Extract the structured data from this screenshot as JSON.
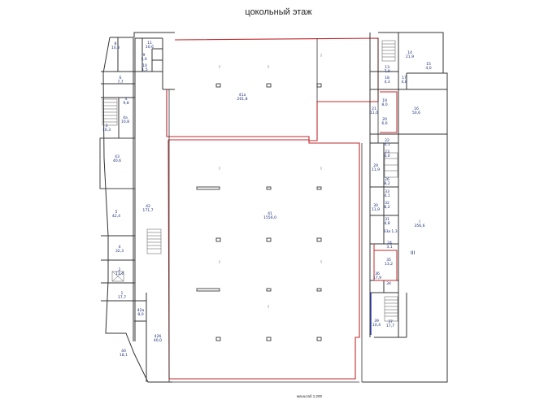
{
  "title": "цокольный этаж",
  "scale_note": "масштаб 1:200",
  "roman_marker": "III",
  "rooms": [
    {
      "id": "room-8",
      "num": "8",
      "area": "10,3"
    },
    {
      "id": "room-9",
      "num": "9",
      "area": "3,0"
    },
    {
      "id": "room-10",
      "num": "10",
      "area": "1,5"
    },
    {
      "id": "room-11",
      "num": "11",
      "area": "10,6"
    },
    {
      "id": "room-6",
      "num": "6",
      "area": "7,7"
    },
    {
      "id": "room-4",
      "num": "4",
      "area": "9,8"
    },
    {
      "id": "room-4a",
      "num": "4а",
      "area": "10,8"
    },
    {
      "id": "room-3",
      "num": "3",
      "area": "10,3"
    },
    {
      "id": "room-43",
      "num": "43",
      "area": "40,6"
    },
    {
      "id": "room-5",
      "num": "5",
      "area": "42,4"
    },
    {
      "id": "room-4b",
      "num": "4",
      "area": "32,3"
    },
    {
      "id": "room-2",
      "num": "2",
      "area": "13,4"
    },
    {
      "id": "room-1",
      "num": "1",
      "area": "17,7"
    },
    {
      "id": "room-42a",
      "num": "42а",
      "area": "8,0"
    },
    {
      "id": "room-40",
      "num": "40",
      "area": "18,1"
    },
    {
      "id": "room-42",
      "num": "42",
      "area": "171,7"
    },
    {
      "id": "room-42b",
      "num": "42б",
      "area": "40,0"
    },
    {
      "id": "room-41a",
      "num": "41а",
      "area": "261,8"
    },
    {
      "id": "room-41",
      "num": "41",
      "area": "1556,0"
    },
    {
      "id": "room-13",
      "num": "13",
      "area": "7,0"
    },
    {
      "id": "room-14",
      "num": "14",
      "area": "21,9"
    },
    {
      "id": "room-15",
      "num": "15",
      "area": "4,0"
    },
    {
      "id": "room-17",
      "num": "17",
      "area": "4,8"
    },
    {
      "id": "room-18",
      "num": "18",
      "area": "4,3"
    },
    {
      "id": "room-19",
      "num": "19",
      "area": "8,0"
    },
    {
      "id": "room-20",
      "num": "20",
      "area": "6,6"
    },
    {
      "id": "room-16",
      "num": "16",
      "area": "50,6"
    },
    {
      "id": "room-21",
      "num": "21",
      "area": "11,0"
    },
    {
      "id": "room-22",
      "num": "22",
      "area": "4,1"
    },
    {
      "id": "room-23",
      "num": "23",
      "area": "3,0"
    },
    {
      "id": "room-29",
      "num": "29",
      "area": "11,9"
    },
    {
      "id": "room-26",
      "num": "26",
      "area": "8,2"
    },
    {
      "id": "room-33",
      "num": "33",
      "area": "4,1"
    },
    {
      "id": "room-32",
      "num": "32",
      "area": "8,2"
    },
    {
      "id": "room-30",
      "num": "30",
      "area": "11,9"
    },
    {
      "id": "room-31",
      "num": "31",
      "area": "4,8"
    },
    {
      "id": "room-33a",
      "num": "33а",
      "area": "1,3"
    },
    {
      "id": "room-24",
      "num": "24",
      "area": "3,1"
    },
    {
      "id": "room-35",
      "num": "35",
      "area": "13,2"
    },
    {
      "id": "room-36",
      "num": "36",
      "area": "17,9"
    },
    {
      "id": "room-34",
      "num": "34",
      "area": ""
    },
    {
      "id": "room-39",
      "num": "39",
      "area": "10,4"
    },
    {
      "id": "room-37",
      "num": "37",
      "area": "17,7"
    },
    {
      "id": "room-i",
      "num": "I",
      "area": "356,6"
    }
  ]
}
